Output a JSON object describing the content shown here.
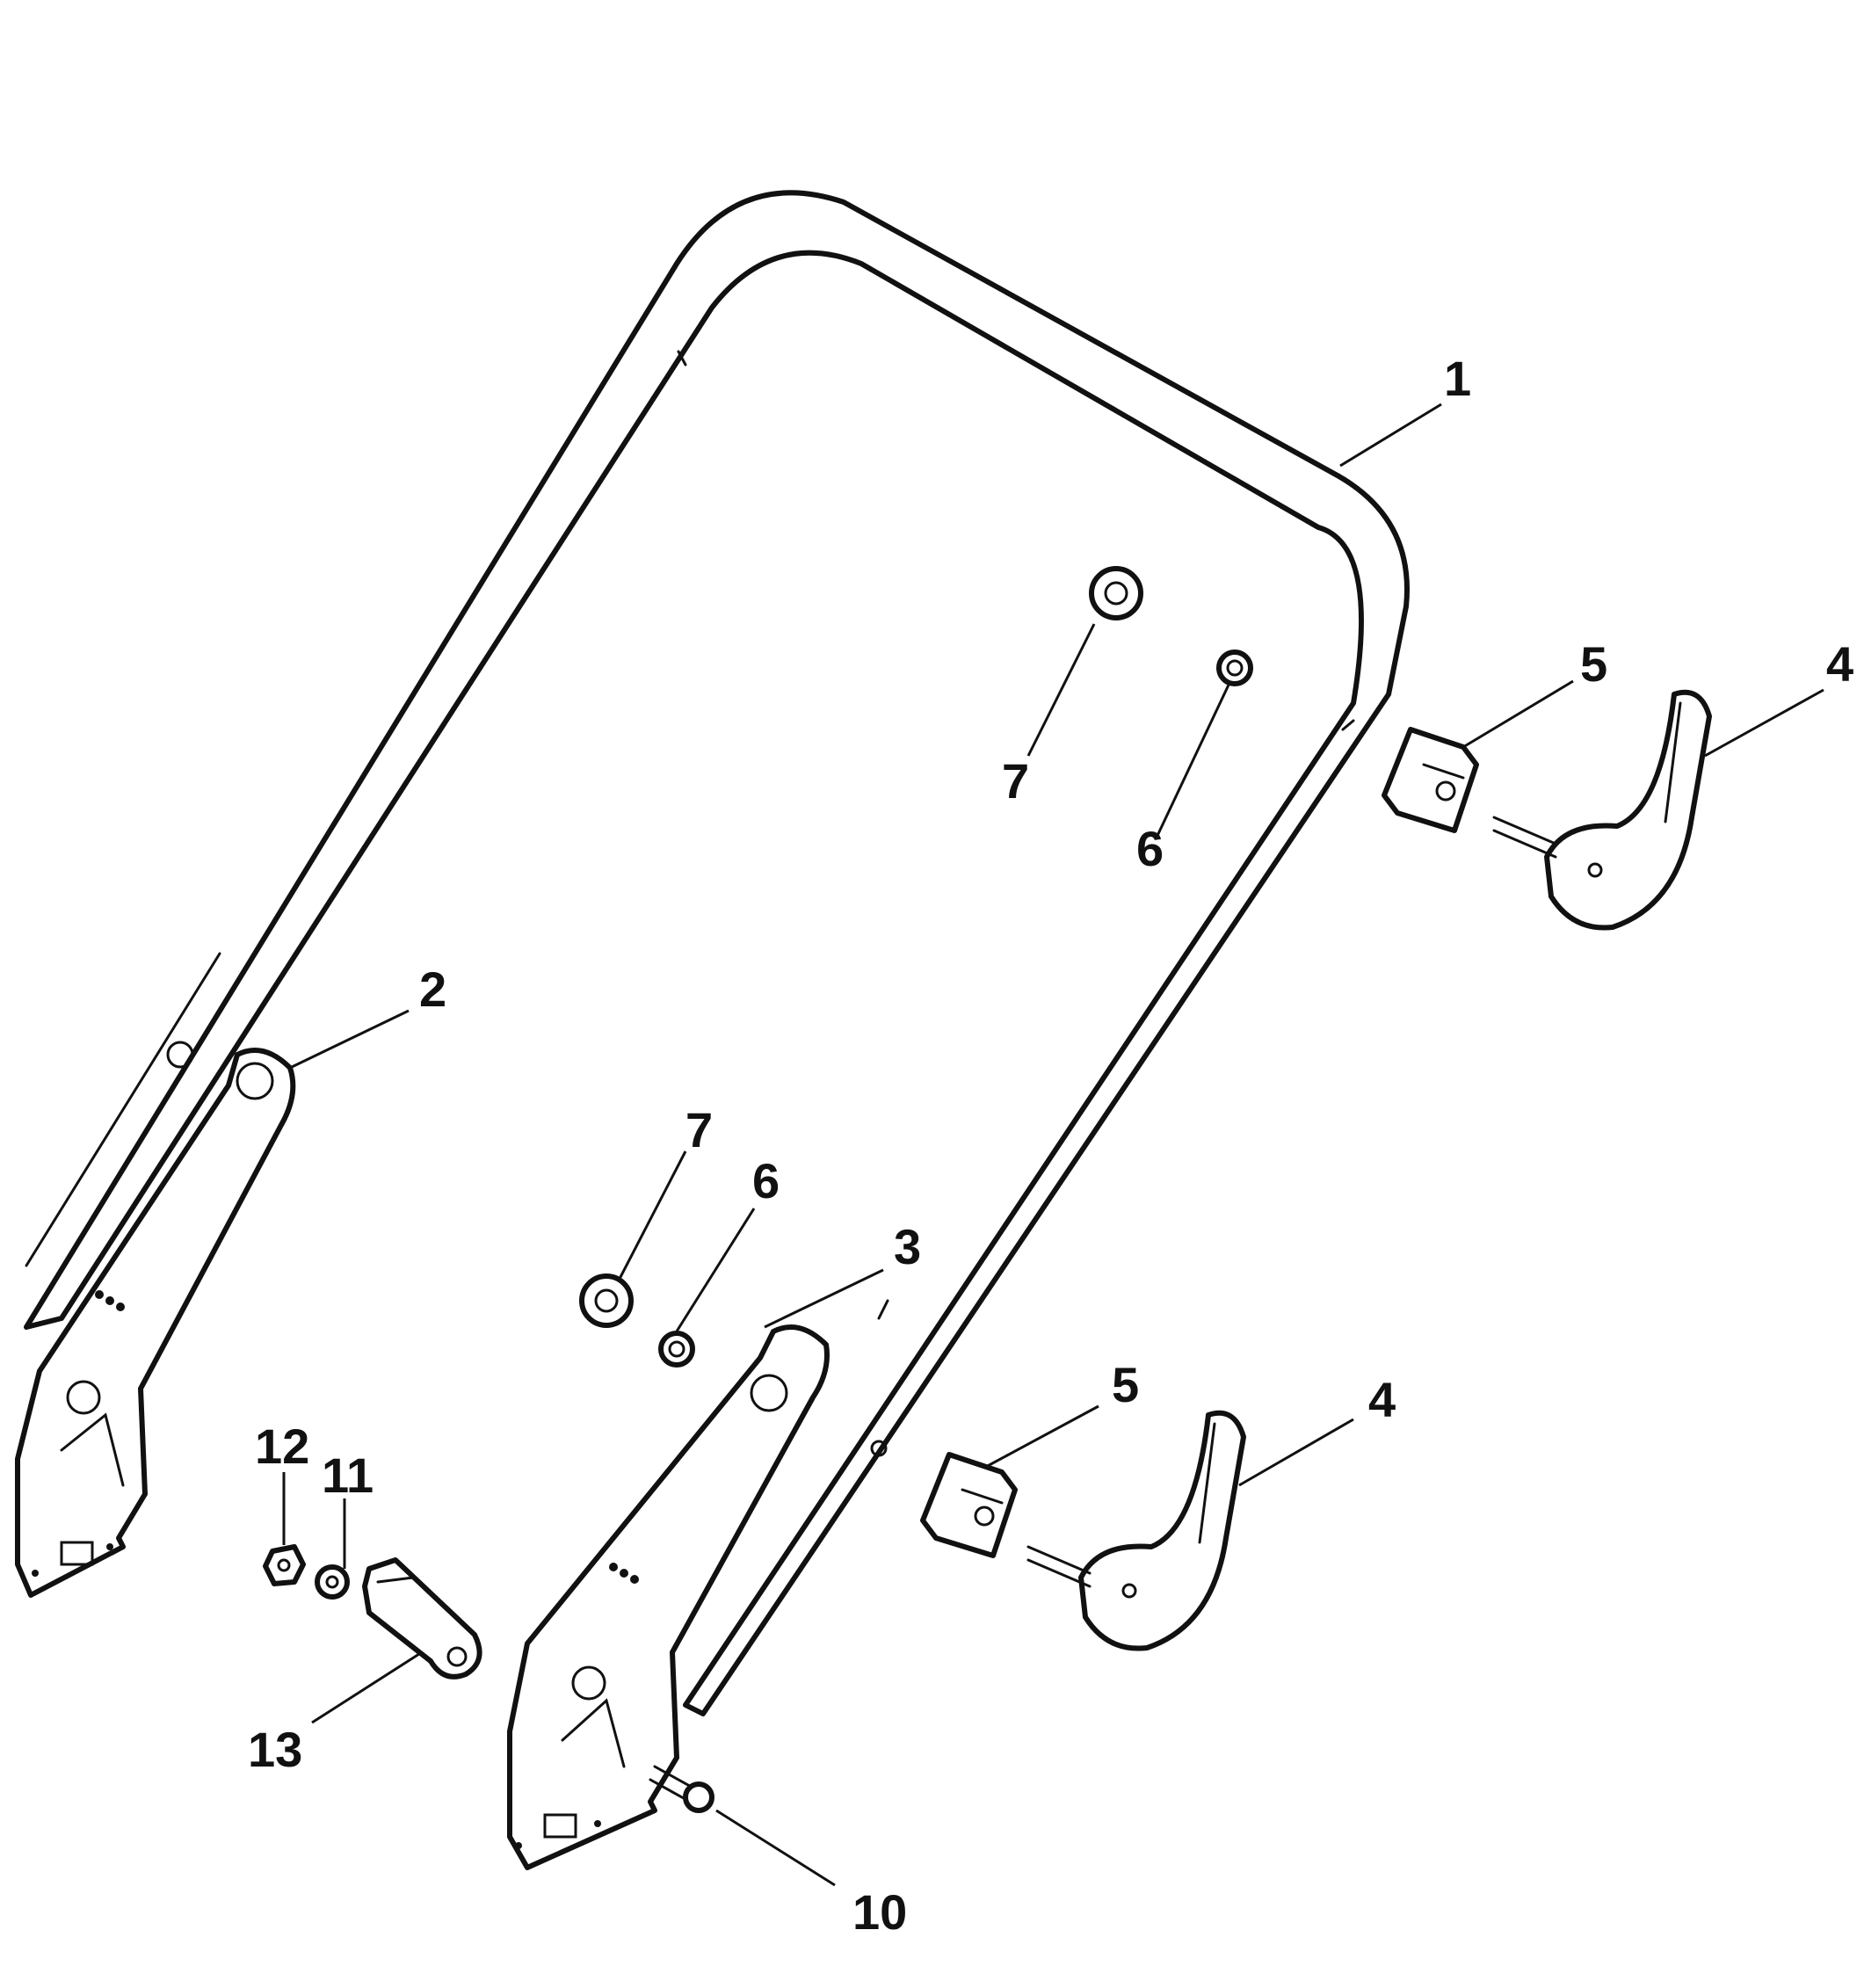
{
  "callouts": {
    "c1": "1",
    "c2": "2",
    "c3": "3",
    "c4a": "4",
    "c4b": "4",
    "c5a": "5",
    "c5b": "5",
    "c6a": "6",
    "c6b": "6",
    "c7a": "7",
    "c7b": "7",
    "c10": "10",
    "c11": "11",
    "c12": "12",
    "c13": "13"
  }
}
